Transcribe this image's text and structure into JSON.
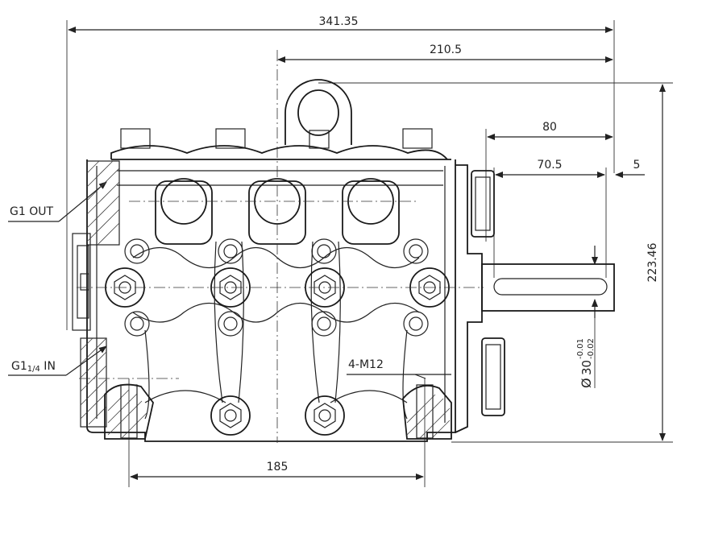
{
  "dimensions": {
    "overall_length": "341.35",
    "center_to_shaft_end": "210.5",
    "shaft_length": "80",
    "key_length": "70.5",
    "key_offset": "5",
    "overall_height": "223.46",
    "bolt_spacing": "185"
  },
  "labels": {
    "outlet": "G1 OUT",
    "inlet_main": "G1",
    "inlet_sub": "1/4",
    "inlet_suffix": " IN",
    "bolt_spec": "4-M12"
  },
  "shaft_diameter": {
    "symbol": "Ø",
    "value": "30",
    "upper_tol": "-0.01",
    "lower_tol": "-0.02"
  }
}
